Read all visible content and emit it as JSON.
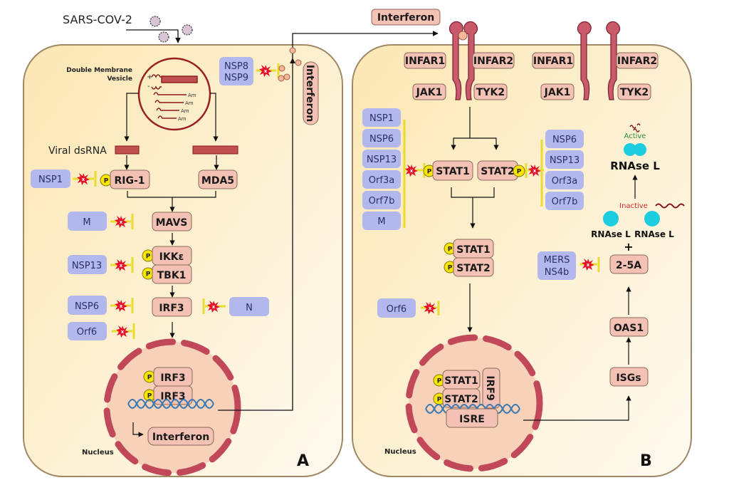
{
  "title": "SARS-CoV-2 interference with interferon induction and signaling",
  "colors": {
    "cell_fill": "#fdf0c8",
    "cell_stroke": "#a08866",
    "host_protein_fill": "#f4c2b4",
    "host_protein_stroke": "#8a6a5a",
    "viral_protein_fill": "#b3b8ec",
    "viral_text": "#2a2f6a",
    "phospho_fill": "#f7e600",
    "inhibitor_bar": "#e8dc30",
    "burst": "#e8102a",
    "receptor": "#c95a6a",
    "nuclear_envelope": "#c04858",
    "nucleus_fill": "#f7d2b8",
    "dna": "#3a78b0",
    "rnase_l": "#1ccde0",
    "active_text": "#2e8a3a",
    "inactive_text": "#d8262c",
    "rna": "#8a1a1a"
  },
  "panel_a": {
    "panel_label": "A",
    "virus_label": "SARS-COV-2",
    "dmv_label_line1": "Double Membrane",
    "dmv_label_line2": "Vesicle",
    "dmv_plus": "+",
    "dmv_minus": "-",
    "polyA": [
      "Am",
      "Am",
      "Am",
      "Am"
    ],
    "viral_dsrna_label": "Viral dsRNA",
    "sensors": {
      "rig1": "RIG-1",
      "mda5": "MDA5"
    },
    "adaptors": {
      "mavs": "MAVS",
      "ikke": "IKKε",
      "tbk1": "TBK1",
      "irf3": "IRF3"
    },
    "phospho": "P",
    "viral_inhibitors": {
      "nsp8": "NSP8",
      "nsp9": "NSP9",
      "nsp1": "NSP1",
      "m": "M",
      "nsp13": "NSP13",
      "nsp6": "NSP6",
      "n": "N",
      "orf6": "Orf6"
    },
    "nucleus": {
      "irf3_a": "IRF3",
      "irf3_b": "IRF3",
      "interferon": "Interferon",
      "label": "Nucleus"
    },
    "secreted_interferon": "Interferon"
  },
  "panel_b": {
    "panel_label": "B",
    "interferon_label": "Interferon",
    "receptors": {
      "infar1_a": "INFAR1",
      "infar2_a": "INFAR2",
      "infar1_b": "INFAR1",
      "infar2_b": "INFAR2",
      "jak1_a": "JAK1",
      "tyk2_a": "TYK2",
      "jak1_b": "JAK1",
      "tyk2_b": "TYK2"
    },
    "left_inhibitors": [
      "NSP1",
      "NSP6",
      "NSP13",
      "Orf3a",
      "Orf7b",
      "M"
    ],
    "right_inhibitors": [
      "NSP6",
      "NSP13",
      "Orf3a",
      "Orf7b"
    ],
    "stat1": "STAT1",
    "stat2": "STAT2",
    "stat1_p": "STAT1",
    "stat2_p": "STAT2",
    "orf6": "Orf6",
    "nucleus": {
      "stat1": "STAT1",
      "stat2": "STAT2",
      "irf9": "IRF9",
      "isre": "ISRE",
      "label": "Nucleus"
    },
    "isgs": "ISGs",
    "oas1": "OAS1",
    "two_five_a": "2-5A",
    "mers_line1": "MERS",
    "mers_line2": "NS4b",
    "plus": "+",
    "rnase_inactive_1": "RNAse L",
    "rnase_inactive_2": "RNAse L",
    "inactive_label": "Inactive",
    "active_label": "Active",
    "rnase_active": "RNAse L"
  }
}
